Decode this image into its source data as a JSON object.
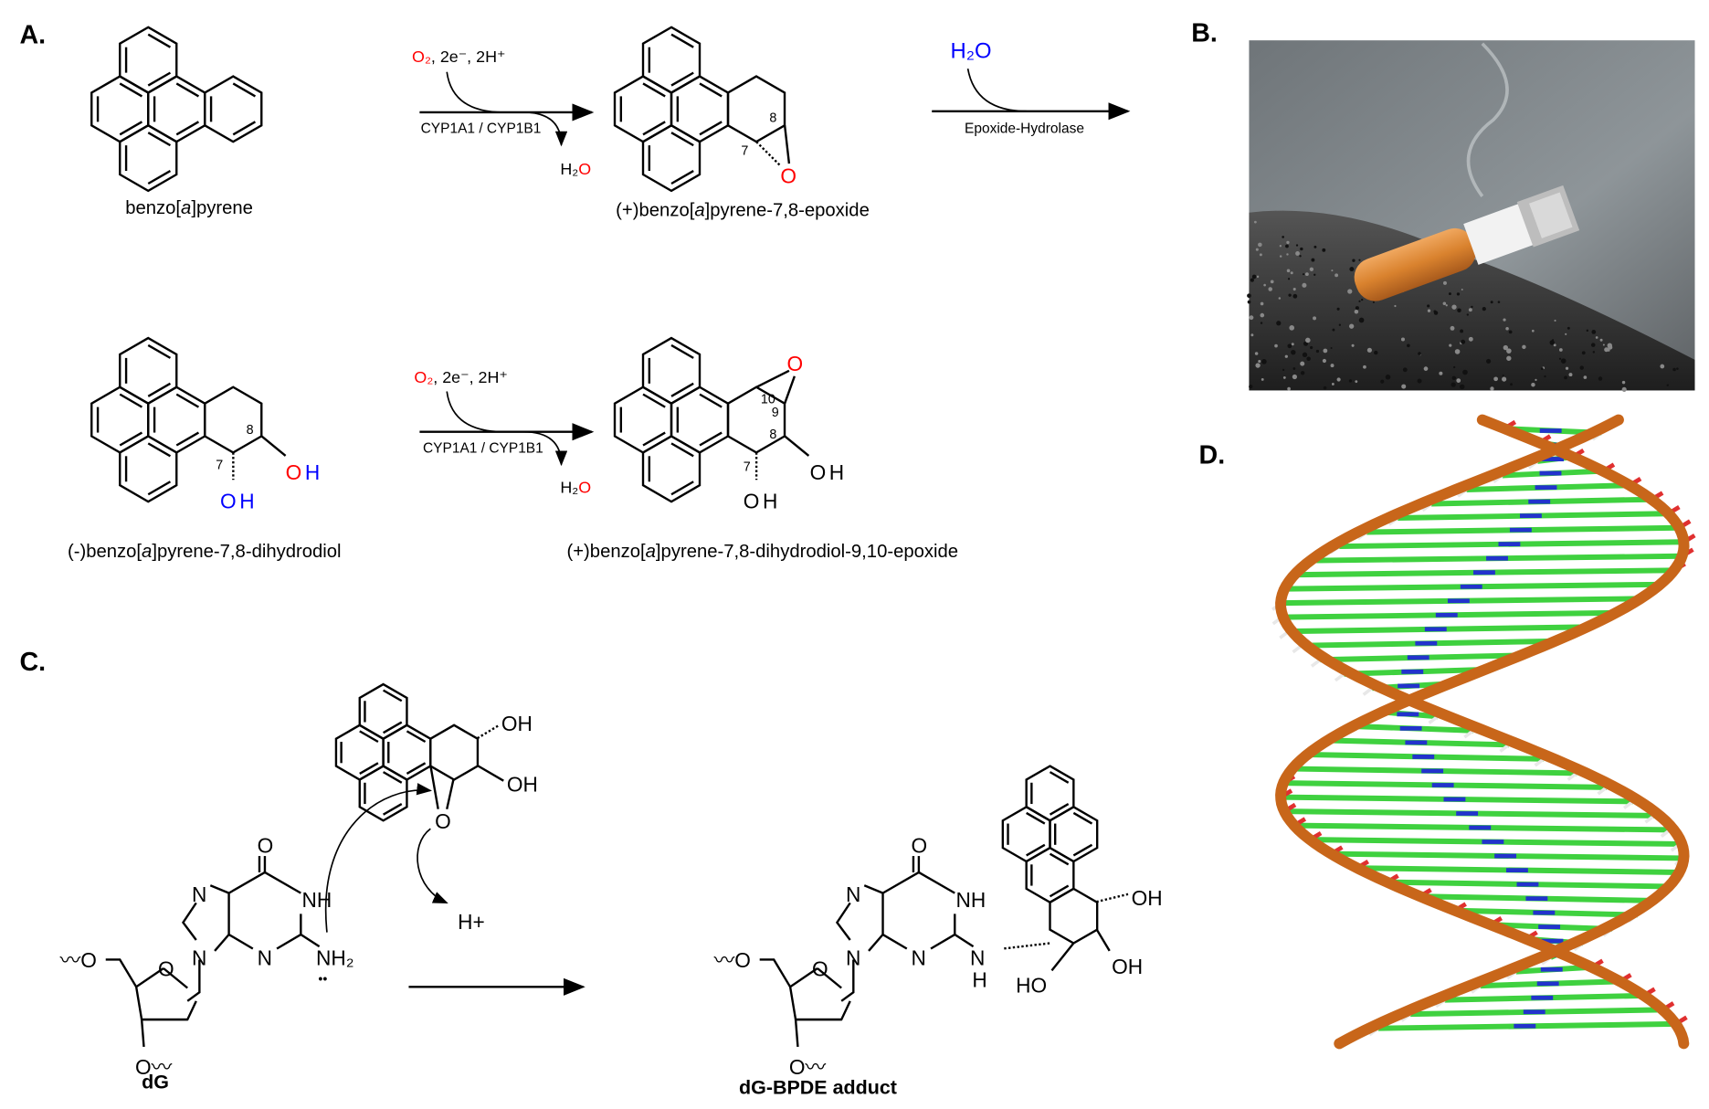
{
  "panels": {
    "a": "A.",
    "b": "B.",
    "c": "C.",
    "d": "D."
  },
  "panel_a": {
    "step1": {
      "o2": "O₂",
      "cofactors": ", 2e⁻, 2H⁺",
      "enzyme": "CYP1A1 / CYP1B1",
      "h2o_h": "H₂",
      "h2o_o": "O"
    },
    "step2": {
      "reagent_h": "H₂",
      "reagent_o": "O",
      "enzyme": "Epoxide-Hydrolase"
    },
    "step3": {
      "o2": "O₂",
      "cofactors": ", 2e⁻, 2H⁺",
      "enzyme": "CYP1A1 / CYP1B1",
      "h2o_h": "H₂",
      "h2o_o": "O"
    },
    "compounds": [
      {
        "pre": "benzo[",
        "it": "a",
        "post": "]pyrene"
      },
      {
        "pre": "(+)benzo[",
        "it": "a",
        "post": "]pyrene-7,8-epoxide"
      },
      {
        "pre": "(-)benzo[",
        "it": "a",
        "post": "]pyrene-7,8-dihydrodiol"
      },
      {
        "pre": "(+)benzo[",
        "it": "a",
        "post": "]pyrene-7,8-dihydrodiol-9,10-epoxide"
      }
    ],
    "atoms": {
      "epoxide_o": "O",
      "c7": "7",
      "c8": "8",
      "c9": "9",
      "c10": "10",
      "oh_o": "O",
      "oh_h": "H",
      "oh": "OH"
    }
  },
  "panel_c": {
    "atoms": {
      "o": "O",
      "n": "N",
      "nh": "NH",
      "nh2": "NH₂",
      "lone_pair": "••",
      "h_plus": "H+",
      "oh": "OH",
      "ho": "HO",
      "h": "H",
      "o_link": "〰O",
      "o_link2": "O〰"
    },
    "labels": {
      "dg": "dG",
      "adduct": "dG-BPDE adduct"
    }
  },
  "colors": {
    "oxygen_red": "#ff0000",
    "water_blue": "#0000ff",
    "backbone_orange": "#c8661a",
    "carbon_green": "#3fd13f"
  }
}
